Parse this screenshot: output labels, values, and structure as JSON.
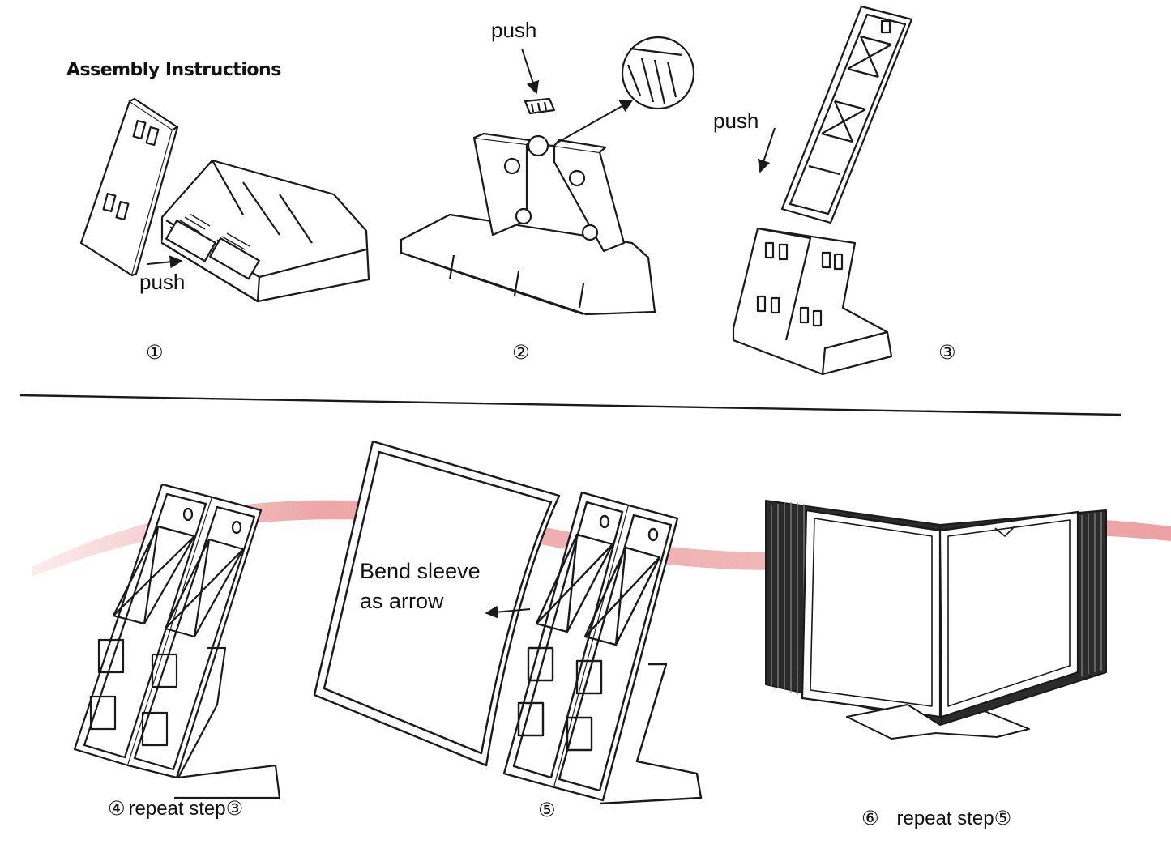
{
  "title": "Assembly Instructions",
  "labels": {
    "push_1": "push",
    "push_2": "push",
    "push_3": "push",
    "bend_line1": "Bend sleeve",
    "bend_line2": "as arrow"
  },
  "steps": [
    {
      "number": "①",
      "caption": ""
    },
    {
      "number": "②",
      "caption": ""
    },
    {
      "number": "③",
      "caption": ""
    },
    {
      "number": "④",
      "caption": "repeat step③"
    },
    {
      "number": "⑤",
      "caption": ""
    },
    {
      "number": "⑥",
      "caption": "repeat step⑤"
    }
  ],
  "colors": {
    "line": "#1a1a1a",
    "accent_swoosh": "#e8898a",
    "paper": "#ffffff"
  }
}
